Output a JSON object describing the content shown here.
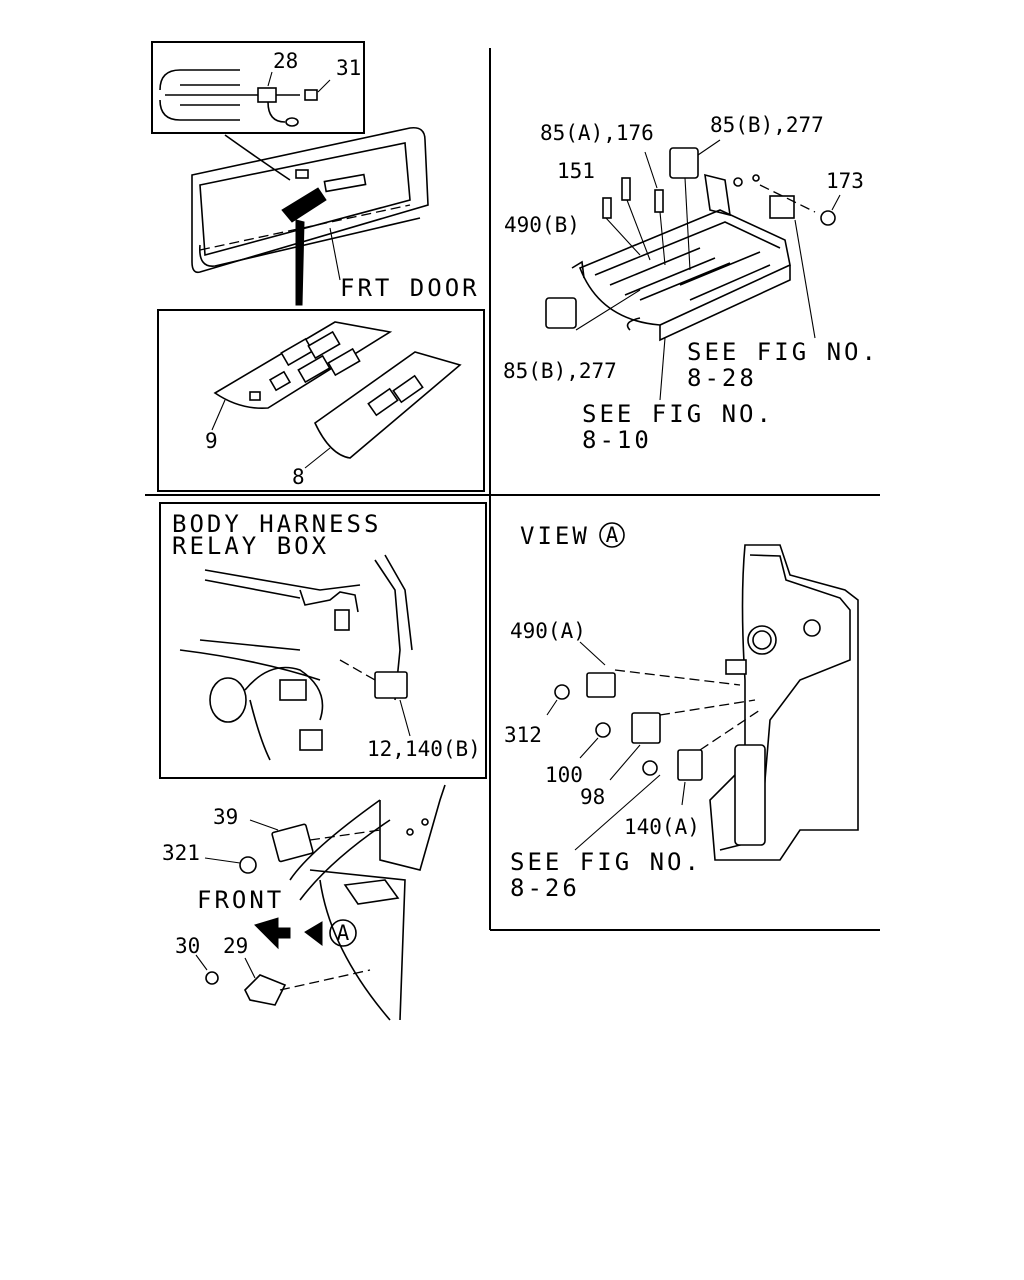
{
  "labels": {
    "p28": "28",
    "p31": "31",
    "frt_door": "FRT DOOR",
    "p9": "9",
    "p8": "8",
    "p85a_176": "85(A),176",
    "p85b_277_top": "85(B),277",
    "p151": "151",
    "p173": "173",
    "p490b": "490(B)",
    "p85b_277_bottom": "85(B),277",
    "see_fig_828_l1": "SEE FIG NO.",
    "see_fig_828_l2": "8-28",
    "see_fig_810_l1": "SEE FIG NO.",
    "see_fig_810_l2": "8-10",
    "body_harness_l1": "BODY HARNESS",
    "body_harness_l2": "RELAY BOX",
    "p12_140b": "12,140(B)",
    "view": "VIEW",
    "view_letter": "A",
    "p490a": "490(A)",
    "p312": "312",
    "p100": "100",
    "p98": "98",
    "p140a": "140(A)",
    "see_fig_826_l1": "SEE FIG NO.",
    "see_fig_826_l2": "8-26",
    "p39": "39",
    "p321": "321",
    "front": "FRONT",
    "p30": "30",
    "p29": "29",
    "arrow_letter": "A"
  }
}
